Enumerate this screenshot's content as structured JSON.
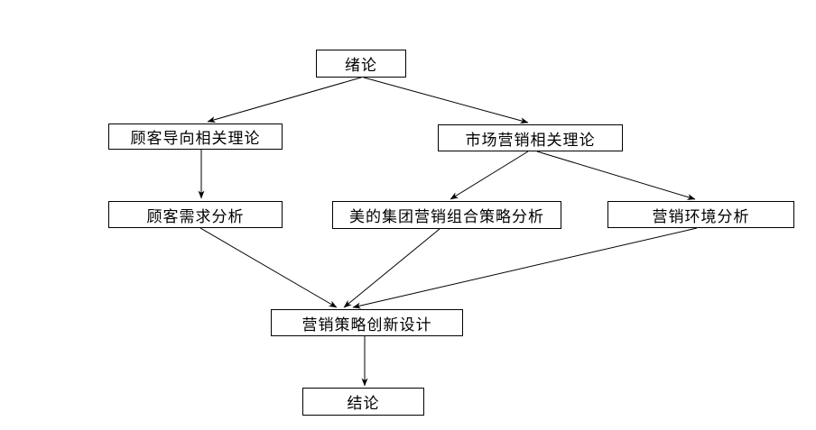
{
  "diagram": {
    "type": "flowchart",
    "background_color": "#ffffff",
    "box_border_color": "#000000",
    "box_fill_color": "#ffffff",
    "arrow_color": "#000000",
    "text_color": "#000000",
    "nodes": {
      "intro": {
        "label": "绪论"
      },
      "cust_theory": {
        "label": "顾客导向相关理论"
      },
      "mkt_theory": {
        "label": "市场营销相关理论"
      },
      "demand": {
        "label": "顾客需求分析"
      },
      "midea": {
        "label": "美的集团营销组合策略分析"
      },
      "environment": {
        "label": "营销环境分析"
      },
      "innovation": {
        "label": "营销策略创新设计"
      },
      "conclusion": {
        "label": "结论"
      }
    },
    "edges": [
      {
        "from": "绪论",
        "to": "顾客导向相关理论"
      },
      {
        "from": "绪论",
        "to": "市场营销相关理论"
      },
      {
        "from": "顾客导向相关理论",
        "to": "顾客需求分析"
      },
      {
        "from": "市场营销相关理论",
        "to": "美的集团营销组合策略分析"
      },
      {
        "from": "市场营销相关理论",
        "to": "营销环境分析"
      },
      {
        "from": "顾客需求分析",
        "to": "营销策略创新设计"
      },
      {
        "from": "美的集团营销组合策略分析",
        "to": "营销策略创新设计"
      },
      {
        "from": "营销环境分析",
        "to": "营销策略创新设计"
      },
      {
        "from": "营销策略创新设计",
        "to": "结论"
      }
    ]
  }
}
